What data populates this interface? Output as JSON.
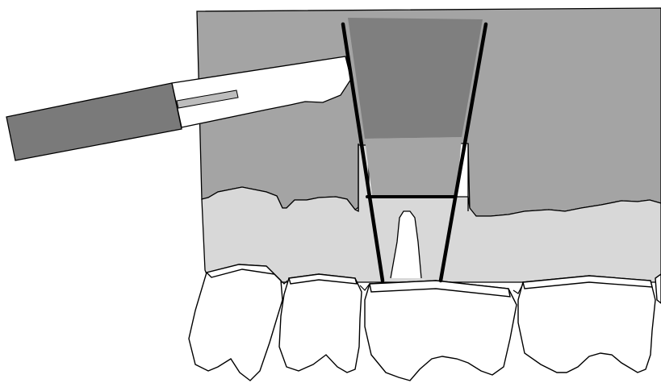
{
  "diagram": {
    "colors": {
      "background": "#ffffff",
      "bone_dark": "#a4a4a4",
      "gum_light": "#d8d8d8",
      "socket_dark": "#7f7f7f",
      "socket_light": "#a5a5a5",
      "instrument_body": "#7a7a7a",
      "instrument_shaft": "#ffffff",
      "outline": "#000000",
      "tooth_fill": "#ffffff"
    },
    "parts": [
      "upper-bone-block",
      "gingiva-band",
      "teeth-row",
      "socket-wedge",
      "osteotome-instrument",
      "gingival-papilla"
    ]
  }
}
